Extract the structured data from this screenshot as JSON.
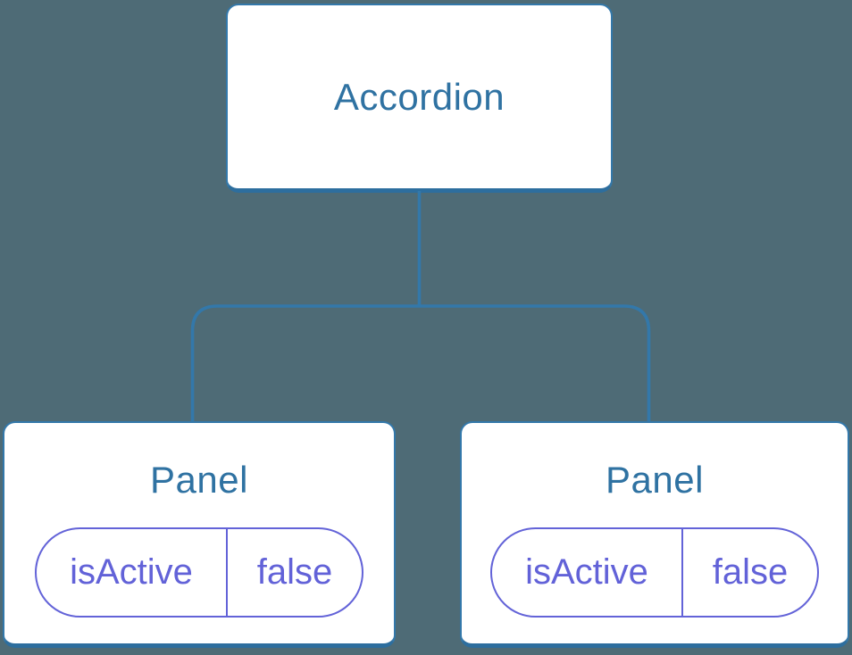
{
  "diagram": {
    "title": "component-tree",
    "root": {
      "label": "Accordion"
    },
    "panels": [
      {
        "label": "Panel",
        "prop_name": "isActive",
        "prop_value": "false"
      },
      {
        "label": "Panel",
        "prop_name": "isActive",
        "prop_value": "false"
      }
    ],
    "colors": {
      "background": "#4e6b76",
      "node_fill": "#ffffff",
      "node_border": "#3378aa",
      "node_border_bottom": "#2d6e9e",
      "node_label_text": "#2f72a2",
      "connector": "#3378aa",
      "prop_border": "#6363d8",
      "prop_text": "#6262d8"
    }
  }
}
